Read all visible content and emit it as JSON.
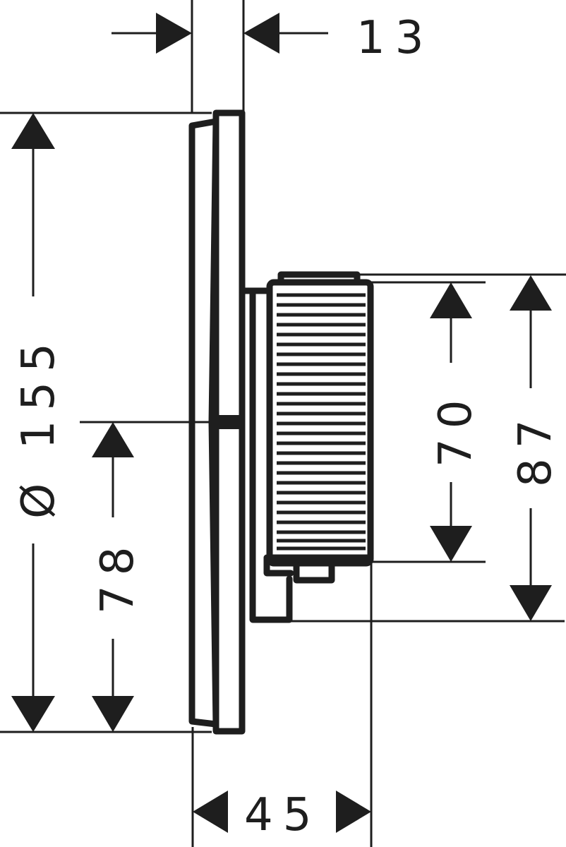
{
  "drawing": {
    "type": "technical dimension drawing",
    "subject": "thermostatic valve trim - side view",
    "line_color": "#1e1e1e",
    "background": "#ffffff"
  },
  "dimensions": {
    "plate_thickness": {
      "label": "13",
      "orientation": "horizontal"
    },
    "overall_diameter": {
      "label": "Ø 155",
      "orientation": "vertical"
    },
    "center_to_bottom": {
      "label": "78",
      "orientation": "vertical"
    },
    "knob_diameter": {
      "label": "70",
      "orientation": "vertical"
    },
    "body_height": {
      "label": "87",
      "orientation": "vertical"
    },
    "total_depth": {
      "label": "45",
      "orientation": "horizontal"
    }
  }
}
